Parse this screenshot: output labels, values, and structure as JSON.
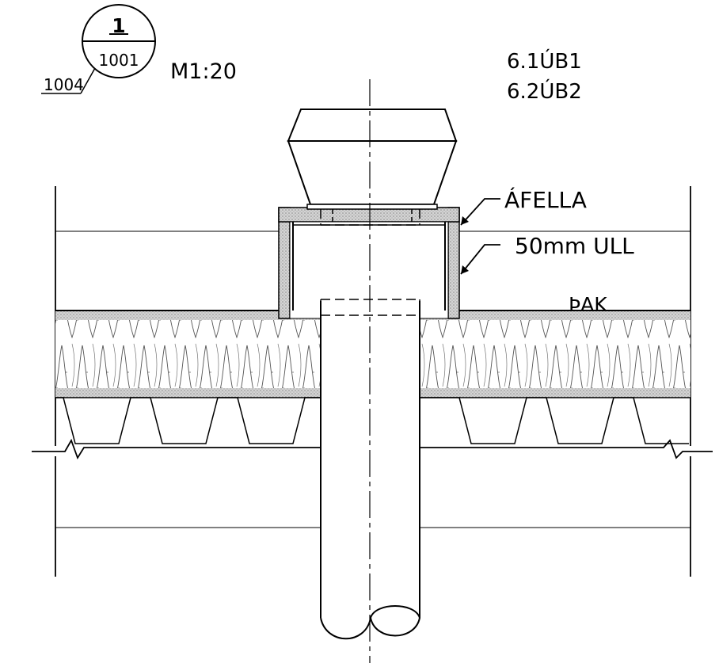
{
  "detail_marker": {
    "detail_number": "1",
    "sheet_number": "1001",
    "reference_number": "1004",
    "scale": "M1:20"
  },
  "references": [
    "6.1ÚB1",
    "6.2ÚB2"
  ],
  "callouts": {
    "flashing": "ÁFELLA",
    "insulation": "50mm ULL",
    "roof": "ÞAK"
  },
  "colors": {
    "line": "#000000",
    "insulation_fill": "#c8c8c8",
    "background": "#ffffff"
  }
}
